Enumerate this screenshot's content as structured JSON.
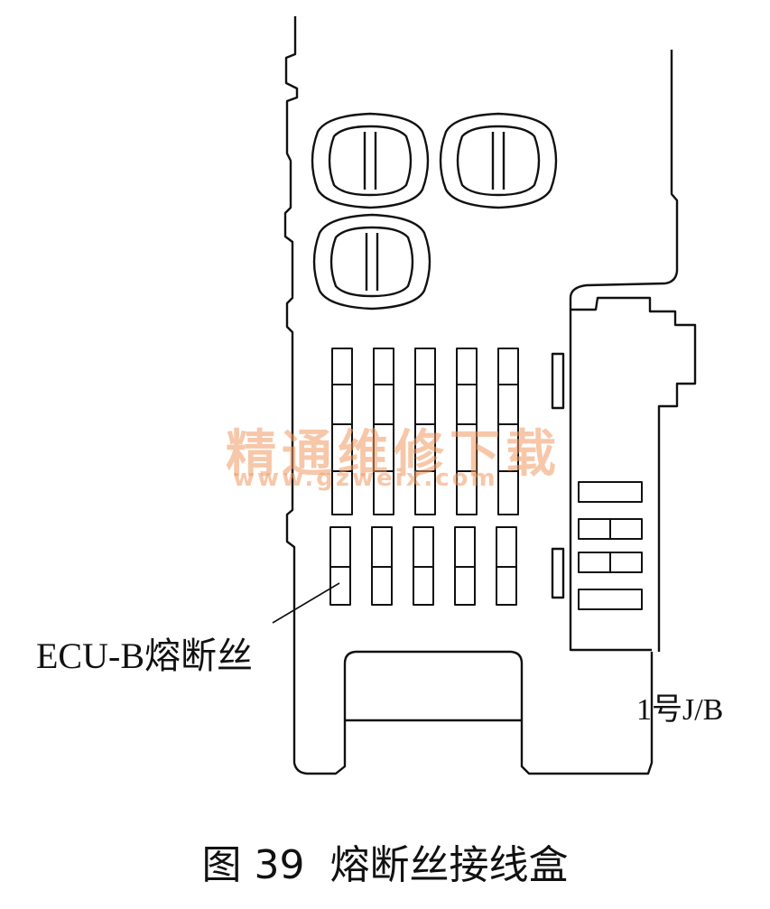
{
  "labels": {
    "ecu_b_fuse": "ECU-B熔断丝",
    "junction_block": "1号J/B"
  },
  "caption": {
    "figure_number": "图 39",
    "title": "熔断丝接线盒"
  },
  "watermark": {
    "line1": "精通维修下载",
    "line2": "www.gzweix.com",
    "color": "#f29a63"
  },
  "colors": {
    "ink": "#111111",
    "background": "#ffffff"
  }
}
